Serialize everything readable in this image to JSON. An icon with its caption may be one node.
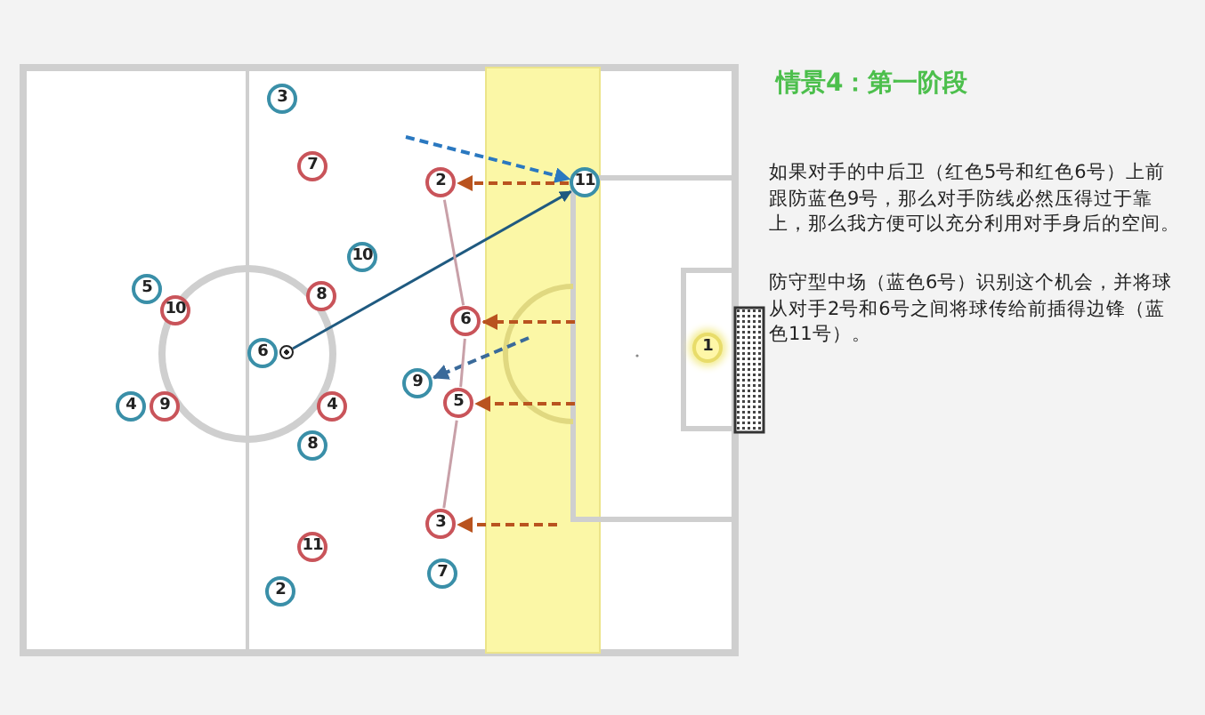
{
  "diagram": {
    "title": "情景4：第一阶段",
    "nodes": [
      {
        "text": [
          "3"
        ]
      },
      {
        "text": [
          "7"
        ]
      },
      {
        "text": [
          "2"
        ]
      },
      {
        "text": [
          "11"
        ]
      },
      {
        "text": [
          "10"
        ]
      },
      {
        "text": [
          "5"
        ]
      },
      {
        "text": [
          "8"
        ]
      },
      {
        "text": [
          "10"
        ]
      },
      {
        "text": [
          "6"
        ]
      },
      {
        "text": [
          "1"
        ]
      },
      {
        "text": [
          "6"
        ]
      },
      {
        "text": [],
        "shape": "circle"
      },
      {
        "text": [
          "9"
        ]
      },
      {
        "text": [
          "4"
        ]
      },
      {
        "text": [
          "9"
        ]
      },
      {
        "text": [
          "4"
        ]
      },
      {
        "text": [
          "5"
        ]
      },
      {
        "text": [
          "8"
        ]
      },
      {
        "text": [
          "3"
        ]
      },
      {
        "text": [
          "11"
        ]
      },
      {
        "text": [
          "7"
        ]
      },
      {
        "text": [
          "2"
        ]
      }
    ],
    "edges": [
      {
        "from": null,
        "to": 3,
        "arrow": "to",
        "style": "dashed",
        "color": "#2a78c0"
      },
      {
        "from": 11,
        "to": 3,
        "arrow": "to",
        "color": "#1f5a80"
      },
      {
        "from": 3,
        "to": 2,
        "arrow": "to",
        "style": "dashed"
      },
      {
        "from": null,
        "to": 8,
        "arrow": "to",
        "style": "dashed"
      },
      {
        "from": null,
        "to": 16,
        "arrow": "to",
        "style": "dashed"
      },
      {
        "from": null,
        "to": 18,
        "arrow": "to",
        "style": "dashed"
      },
      {
        "from": null,
        "to": 12,
        "arrow": "to",
        "style": "dashed",
        "color": "#3a6a9a"
      },
      {
        "from": 2,
        "to": 8,
        "arrow": "none",
        "color": "#c8a0a8"
      },
      {
        "from": 8,
        "to": 16,
        "arrow": "none",
        "color": "#c8a0a8"
      },
      {
        "from": 16,
        "to": 18,
        "arrow": "none",
        "color": "#c8a0a8"
      }
    ],
    "labels": [
      "如果对手的中后卫（红色5号和红色6号）上前跟防蓝色9号，那么对手防线必然压得过于靠上，那么我方便可以充分利用对手身后的空间。",
      "防守型中场（蓝色6号）识别这个机会，并将球从对手2号和6号之间将球传给前插得边锋（蓝色11号）。"
    ]
  }
}
